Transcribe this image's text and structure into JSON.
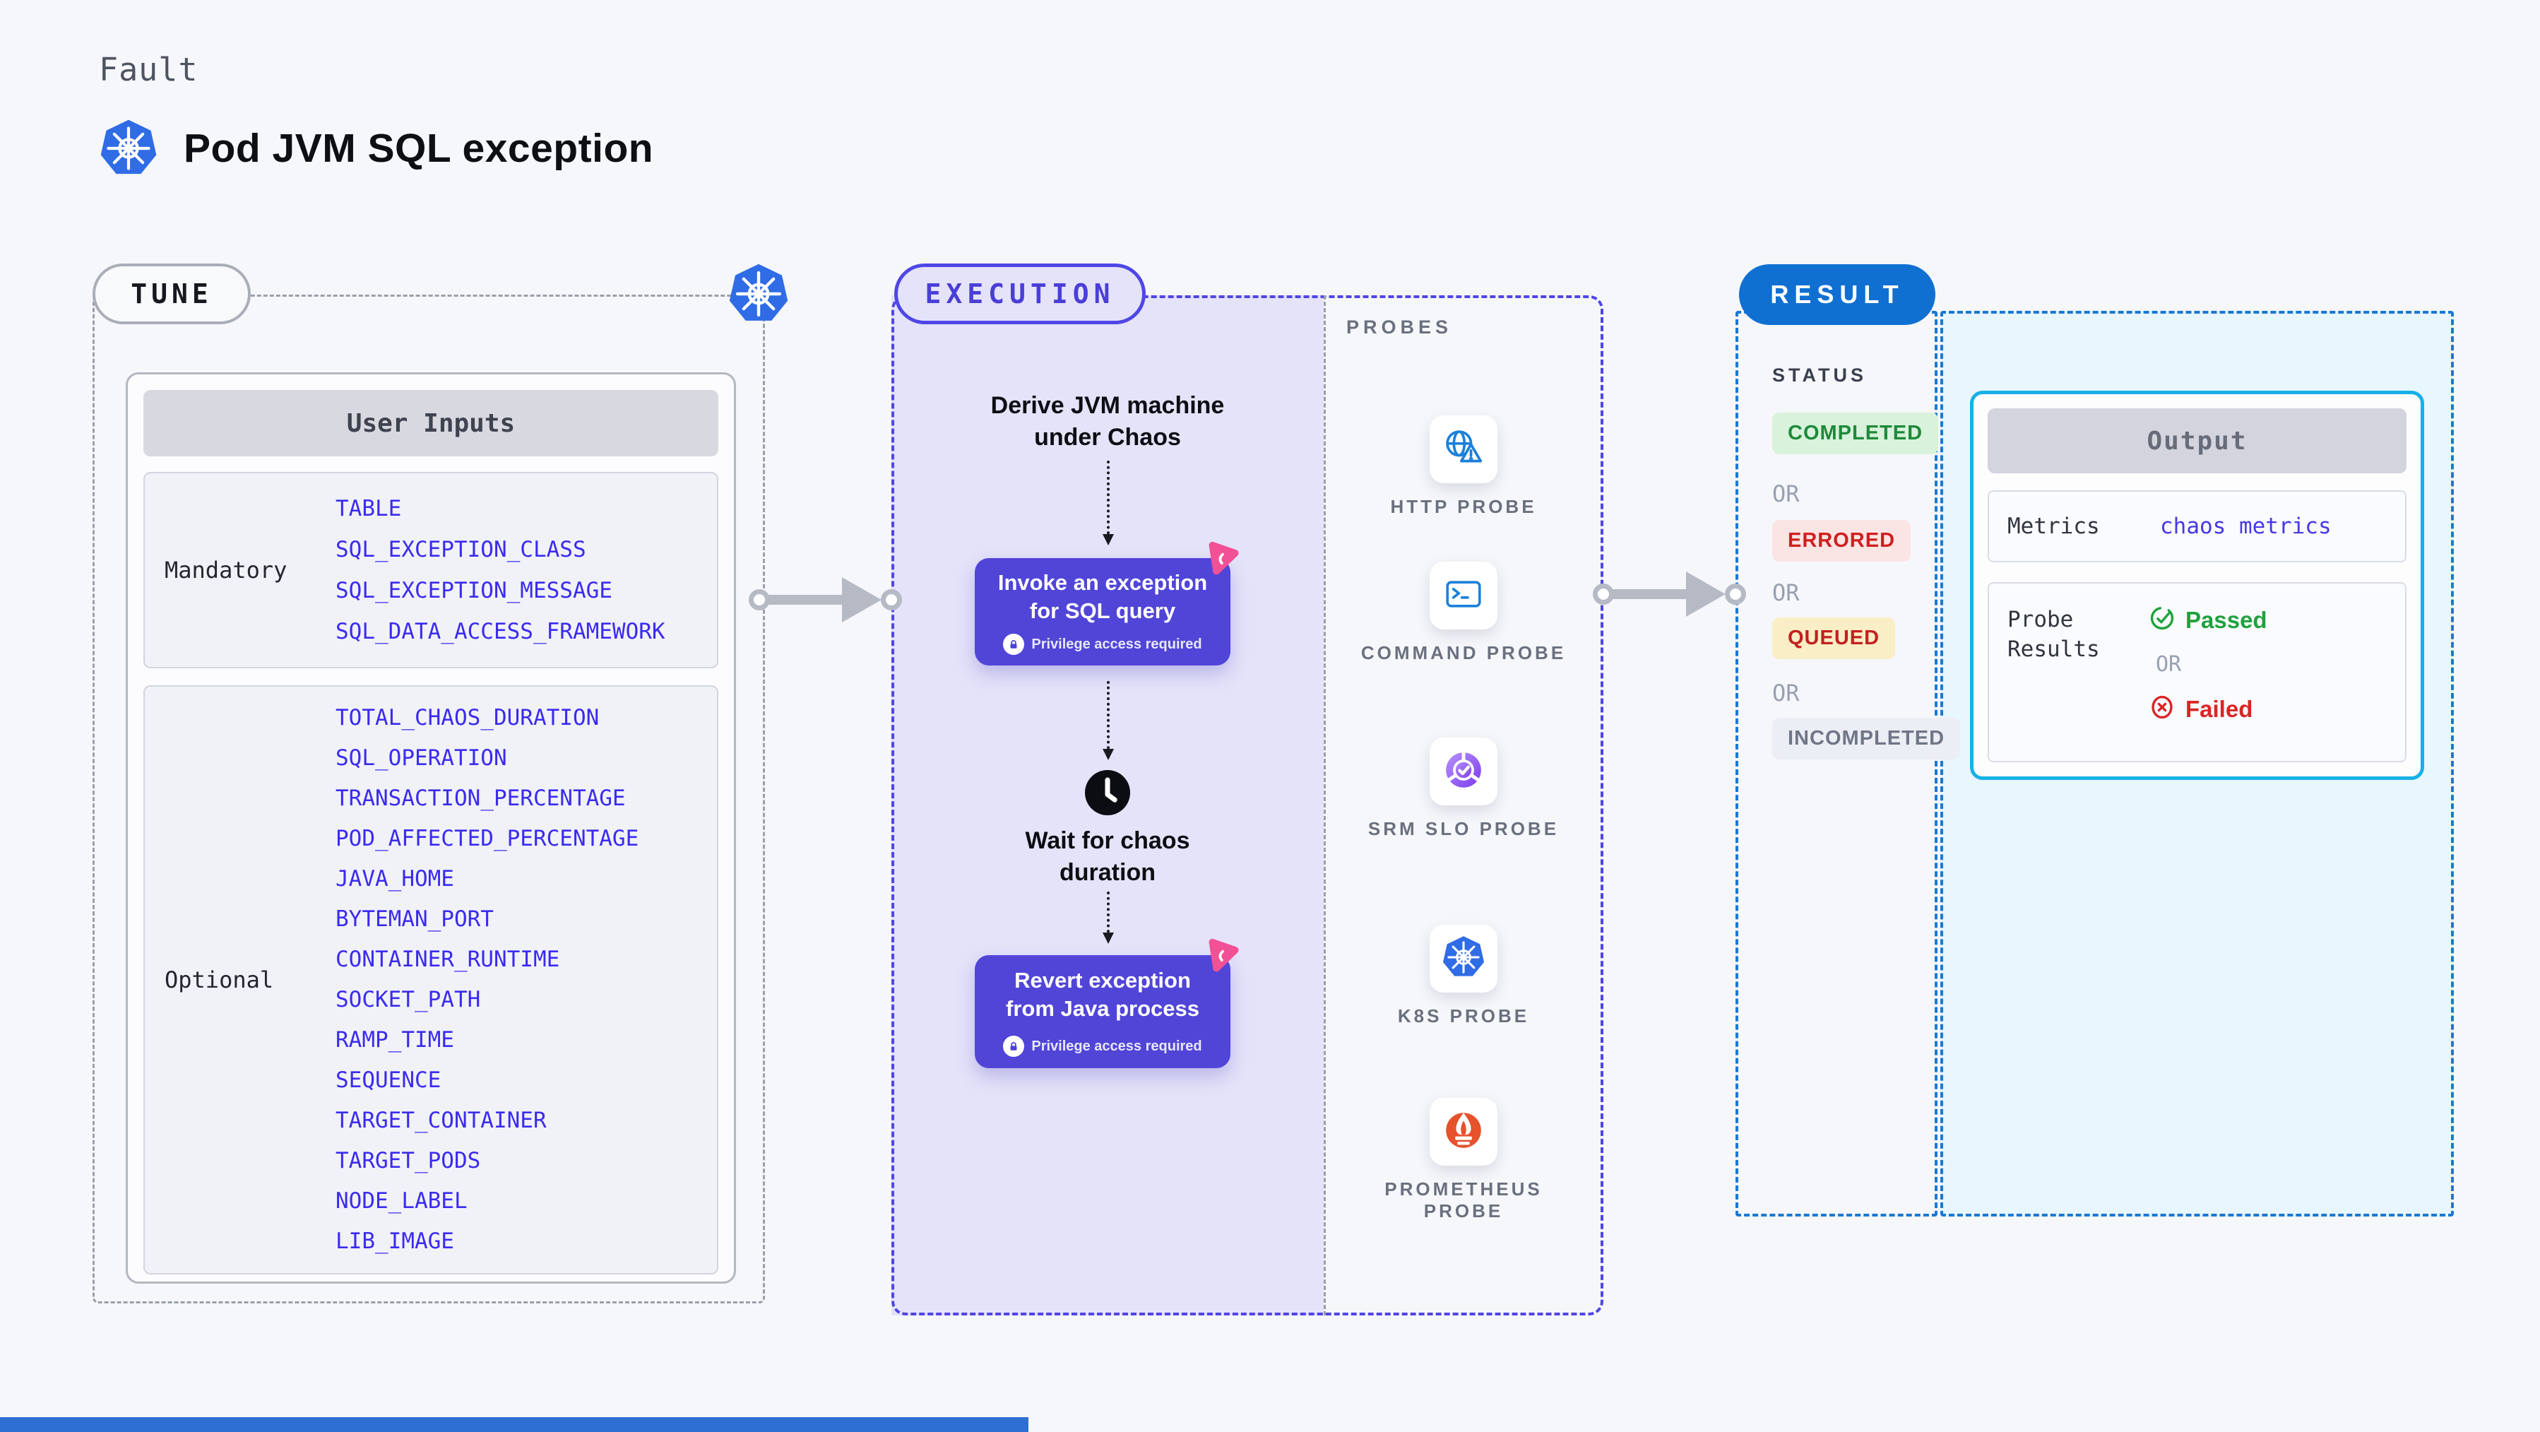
{
  "header": {
    "kicker": "Fault",
    "title": "Pod JVM SQL exception"
  },
  "tune": {
    "pill": "TUNE",
    "card_title": "User Inputs",
    "mandatory_label": "Mandatory",
    "mandatory_items": [
      "TABLE",
      "SQL_EXCEPTION_CLASS",
      "SQL_EXCEPTION_MESSAGE",
      "SQL_DATA_ACCESS_FRAMEWORK"
    ],
    "optional_label": "Optional",
    "optional_items": [
      "TOTAL_CHAOS_DURATION",
      "SQL_OPERATION",
      "TRANSACTION_PERCENTAGE",
      "POD_AFFECTED_PERCENTAGE",
      "JAVA_HOME",
      "BYTEMAN_PORT",
      "CONTAINER_RUNTIME",
      "SOCKET_PATH",
      "RAMP_TIME",
      "SEQUENCE",
      "TARGET_CONTAINER",
      "TARGET_PODS",
      "NODE_LABEL",
      "LIB_IMAGE"
    ]
  },
  "execution": {
    "pill": "EXECUTION",
    "step_derive": "Derive JVM machine\nunder Chaos",
    "invoke_title": "Invoke an exception\nfor SQL query",
    "privilege_note": "Privilege access required",
    "wait_text": "Wait for chaos\nduration",
    "revert_title": "Revert exception\nfrom Java process"
  },
  "probes": {
    "heading": "PROBES",
    "items": [
      {
        "icon": "globe-alert-icon",
        "label": "HTTP PROBE"
      },
      {
        "icon": "terminal-icon",
        "label": "COMMAND PROBE"
      },
      {
        "icon": "gauge-check-icon",
        "label": "SRM SLO PROBE"
      },
      {
        "icon": "kubernetes-wheel-icon",
        "label": "K8S PROBE"
      },
      {
        "icon": "prometheus-flame-icon",
        "label": "PROMETHEUS PROBE"
      }
    ]
  },
  "result": {
    "pill": "RESULT",
    "status_heading": "STATUS",
    "or": "OR",
    "statuses": [
      {
        "label": "COMPLETED",
        "text_color": "#1d8a39",
        "bg_color": "#d9f2dc"
      },
      {
        "label": "ERRORED",
        "text_color": "#cf1f1f",
        "bg_color": "#fbe4e4"
      },
      {
        "label": "QUEUED",
        "text_color": "#c32020",
        "bg_color": "#faeec6"
      },
      {
        "label": "INCOMPLETED",
        "text_color": "#6f7687",
        "bg_color": "#eceef5"
      }
    ],
    "output": {
      "title": "Output",
      "metrics_label": "Metrics",
      "metrics_value": "chaos metrics",
      "probe_results_label": "Probe Results",
      "passed": "Passed",
      "or": "OR",
      "failed": "Failed"
    }
  },
  "icons": {
    "kubernetes": "kubernetes-wheel",
    "http_probe": "globe-alert",
    "command_probe": "terminal",
    "srm_slo_probe": "gauge-check",
    "prometheus_probe": "prometheus-flame",
    "lock": "lock",
    "clock": "clock",
    "passed": "check-circle",
    "failed": "x-circle",
    "chaos_badge": "litmus-pink-badge"
  },
  "colors": {
    "page_bg": "#f6f7fa",
    "param_blue": "#3b2bf0",
    "indigo_box": "#5145d8",
    "indigo_border": "#4f46e5",
    "lavender_bg": "#e4e3f9",
    "probe_icon_blue": "#1b80da",
    "k8s_blue": "#2f6ce5",
    "srm_purple": "#7c3aed",
    "prometheus_orange": "#e6522c",
    "litmus_pink": "#f25195",
    "result_pill_blue": "#1070d2",
    "result_dash_blue": "#1b78d3",
    "cyan_border": "#18b1e7",
    "cyan_bg": "#e8f6fd",
    "passed_green": "#1fa23e",
    "failed_red": "#d92525",
    "arrow_gray": "#b6bac5",
    "bottom_bar_blue": "#2e6fd3"
  }
}
